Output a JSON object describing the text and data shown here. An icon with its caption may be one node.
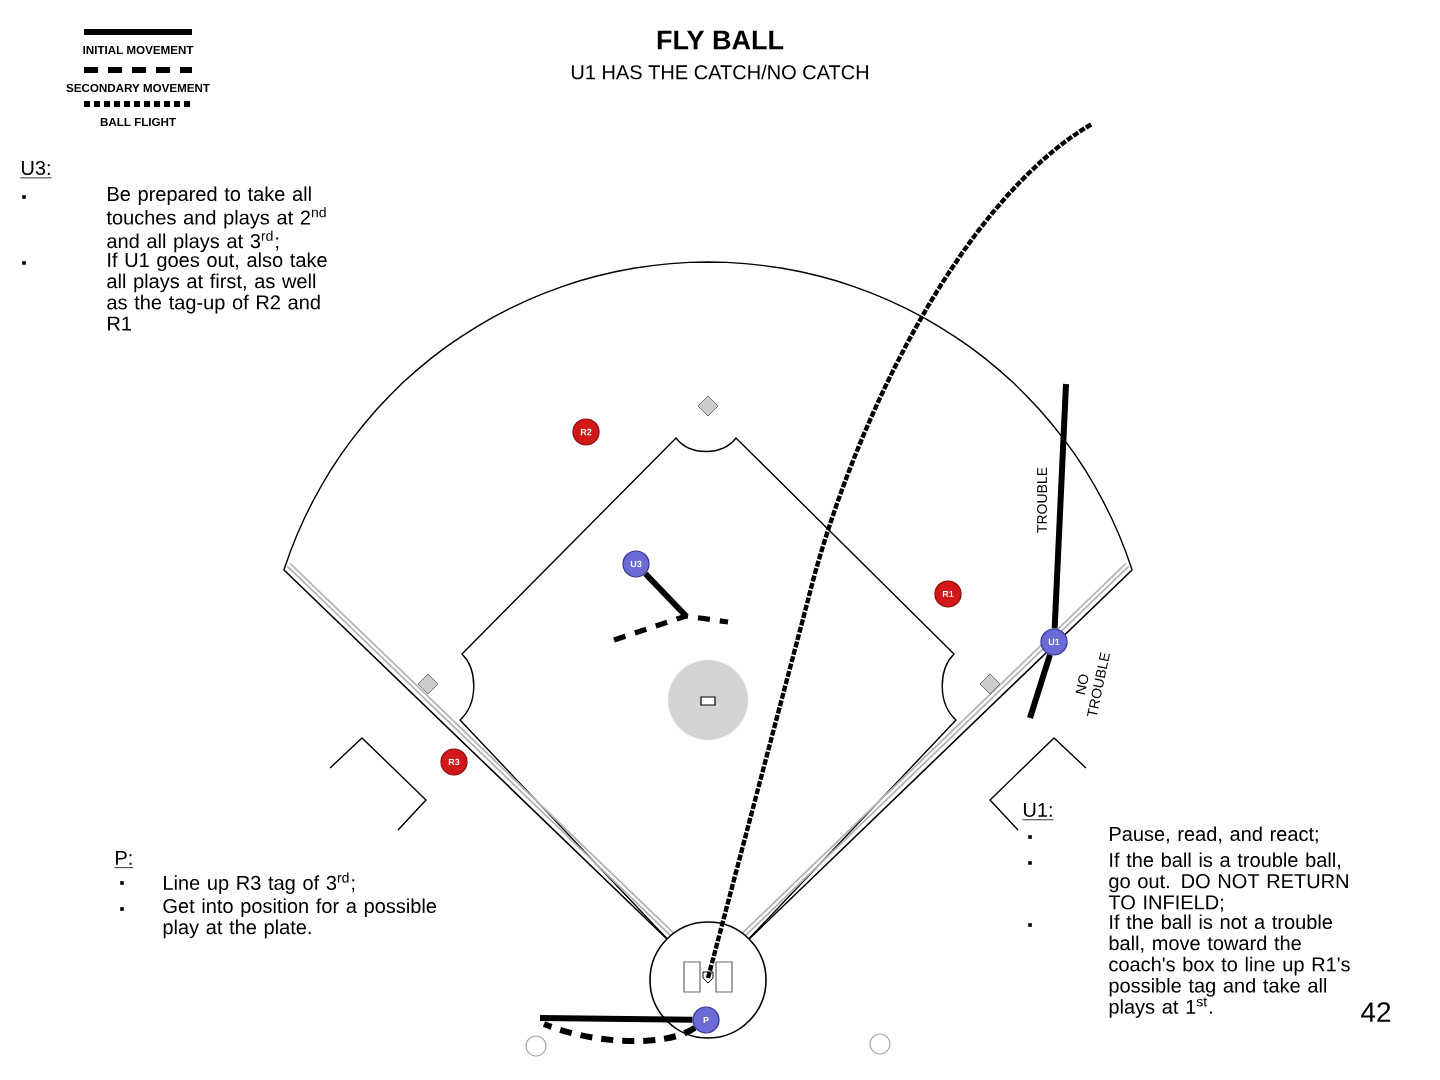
{
  "diagram": {
    "title": "FLY BALL",
    "nodes": [
      {
        "text": [
          "R2"
        ]
      },
      {
        "text": [
          "U3"
        ]
      },
      {
        "text": [
          "R1"
        ]
      },
      {
        "text": [
          "U1"
        ]
      },
      {
        "text": [
          "R3"
        ]
      },
      {
        "text": [
          "P"
        ]
      }
    ],
    "edges": [
      {
        "from": 1,
        "to": null,
        "arrow": "none"
      },
      {
        "from": 3,
        "to": null,
        "arrow": "none"
      },
      {
        "from": 3,
        "to": null,
        "arrow": "none"
      },
      {
        "from": 5,
        "to": null,
        "arrow": "none"
      },
      {
        "from": 5,
        "to": null,
        "arrow": "none",
        "style": "dashed"
      }
    ],
    "labels": [
      "U1 HAS THE CATCH/NO CATCH",
      "U3:",
      "Be prepared to take all touches and plays at 2$^{nd}$ and all plays at 3$^{rd}$;",
      "If U1 goes out, also take all plays at first, as well as the tag-up of R2 and R1",
      "TROUBLE",
      "NO TROUBLE",
      "U1:",
      "Pause, read, and react;",
      "If the ball is a trouble ball, go out. DO NOT RETURN TO INFIELD;",
      "If the ball is not a trouble ball, move toward the coach's box to line up R1's possible tag and take all plays at 1$^{st}$.",
      "P:",
      "Line up R3 tag of 3$^{rd}$;",
      "Get into position for a possible play at the plate.",
      "42"
    ],
    "legend": [
      {
        "text": "INITIAL MOVEMENT"
      },
      {
        "text": "SECONDARY MOVEMENT"
      },
      {
        "text": "BALL FLIGHT"
      }
    ]
  }
}
